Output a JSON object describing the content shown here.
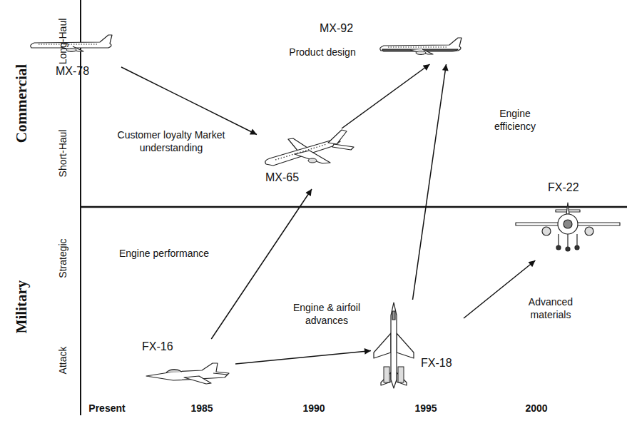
{
  "diagram": {
    "nodes": [
      {
        "text": [
          "MX-78"
        ]
      },
      {
        "text": [
          "MX-92"
        ]
      },
      {
        "text": [
          "MX-65"
        ]
      },
      {
        "text": [
          "FX-22"
        ]
      },
      {
        "text": [
          "FX-16"
        ]
      },
      {
        "text": [
          "FX-18"
        ]
      }
    ],
    "edges": [
      {
        "from": 0,
        "to": 2,
        "arrow": "to",
        "label": "Customer loyalty Market understanding"
      },
      {
        "from": 2,
        "to": 1,
        "arrow": "to",
        "label": "Product design"
      },
      {
        "from": 4,
        "to": 2,
        "arrow": "to",
        "label": "Engine performance"
      },
      {
        "from": 4,
        "to": 5,
        "arrow": "to",
        "label": "Engine & airfoil advances"
      },
      {
        "from": 5,
        "to": 1,
        "arrow": "to",
        "label": "Engine efficiency"
      },
      {
        "from": 5,
        "to": 3,
        "arrow": "to",
        "label": "Advanced materials"
      }
    ],
    "labels": [
      "Commercial",
      "Military",
      "Long-Haul",
      "Short-Haul",
      "Strategic",
      "Attack",
      "Present",
      "1985",
      "1990",
      "1995",
      "2000"
    ]
  }
}
